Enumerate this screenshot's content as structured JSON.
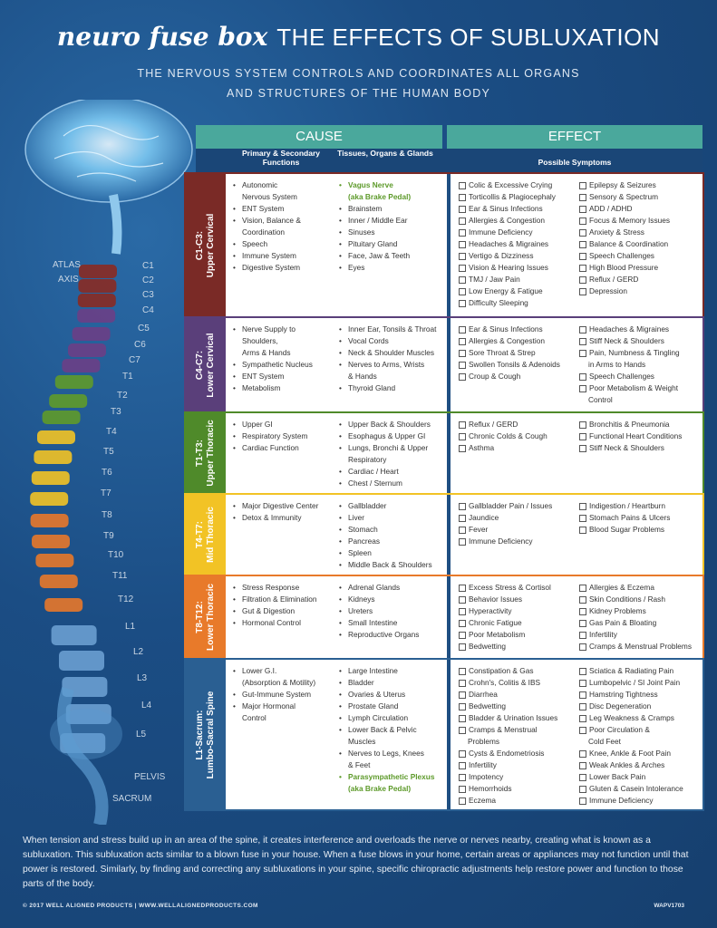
{
  "header": {
    "brand": "neuro fuse box",
    "title": "THE EFFECTS OF SUBLUXATION",
    "subtitle_line1": "THE NERVOUS SYSTEM CONTROLS AND COORDINATES ALL ORGANS",
    "subtitle_line2": "AND STRUCTURES OF THE HUMAN BODY"
  },
  "table_headers": {
    "cause": "CAUSE",
    "effect": "EFFECT",
    "primary": "Primary & Secondary Functions",
    "tissues": "Tissues, Organs & Glands",
    "symptoms": "Possible Symptoms"
  },
  "vertebrae_left": {
    "atlas": "ATLAS",
    "axis": "AXIS",
    "pelvis": "PELVIS",
    "sacrum": "SACRUM"
  },
  "vertebrae": [
    "C1",
    "C2",
    "C3",
    "C4",
    "C5",
    "C6",
    "C7",
    "T1",
    "T2",
    "T3",
    "T4",
    "T5",
    "T6",
    "T7",
    "T8",
    "T9",
    "T10",
    "T11",
    "T12",
    "L1",
    "L2",
    "L3",
    "L4",
    "L5"
  ],
  "colors": {
    "upper_cervical": "#7a2a26",
    "lower_cervical": "#5a3f7a",
    "upper_thoracic": "#4f8a2a",
    "mid_thoracic": "#f2c325",
    "lower_thoracic": "#e87a2a",
    "lumbo_sacral": "#2a5f92",
    "teal": "#4aa89c"
  },
  "rows": [
    {
      "label1": "C1-C3:",
      "label2": "Upper Cervical",
      "functions": [
        "Autonomic",
        "Nervous System",
        "ENT System",
        "Vision, Balance &",
        "Coordination",
        "Speech",
        "Immune System",
        "Digestive System"
      ],
      "tissues": [
        "Vagus Nerve",
        "(aka Brake Pedal)",
        "Brainstem",
        "Inner / Middle Ear",
        "Sinuses",
        "Pituitary Gland",
        "Face, Jaw & Teeth",
        "Eyes"
      ],
      "symptoms1": [
        "Colic & Excessive Crying",
        "Torticollis & Plagiocephaly",
        "Ear & Sinus Infections",
        "Allergies & Congestion",
        "Immune Deficiency",
        "Headaches & Migraines",
        "Vertigo & Dizziness",
        "Vision & Hearing Issues",
        "TMJ / Jaw Pain",
        "Low Energy & Fatigue",
        "Difficulty Sleeping"
      ],
      "symptoms2": [
        "Epilepsy & Seizures",
        "Sensory & Spectrum",
        "ADD / ADHD",
        "Focus & Memory Issues",
        "Anxiety & Stress",
        "Balance & Coordination",
        "Speech Challenges",
        "High Blood Pressure",
        "Reflux / GERD",
        "Depression"
      ]
    },
    {
      "label1": "C4-C7:",
      "label2": "Lower Cervical",
      "functions": [
        "Nerve Supply to",
        "Shoulders,",
        "Arms & Hands",
        "Sympathetic Nucleus",
        "ENT System",
        "Metabolism"
      ],
      "tissues": [
        "Inner Ear, Tonsils & Throat",
        "Vocal Cords",
        "Neck & Shoulder Muscles",
        "Nerves to Arms, Wrists",
        "& Hands",
        "Thyroid Gland"
      ],
      "symptoms1": [
        "Ear & Sinus Infections",
        "Allergies & Congestion",
        "Sore Throat & Strep",
        "Swollen Tonsils & Adenoids",
        "Croup & Cough"
      ],
      "symptoms2": [
        "Headaches & Migraines",
        "Stiff Neck & Shoulders",
        "Pain, Numbness & Tingling",
        "in Arms to Hands",
        "Speech Challenges",
        "Poor Metabolism & Weight",
        "Control"
      ]
    },
    {
      "label1": "T1-T3:",
      "label2": "Upper Thoracic",
      "functions": [
        "Upper GI",
        "Respiratory System",
        "Cardiac Function"
      ],
      "tissues": [
        "Upper Back & Shoulders",
        "Esophagus & Upper GI",
        "Lungs, Bronchi & Upper",
        "Respiratory",
        "Cardiac / Heart",
        "Chest / Sternum"
      ],
      "symptoms1": [
        "Reflux / GERD",
        "Chronic Colds & Cough",
        "Asthma"
      ],
      "symptoms2": [
        "Bronchitis & Pneumonia",
        "Functional Heart Conditions",
        "Stiff Neck & Shoulders"
      ]
    },
    {
      "label1": "T4-T7:",
      "label2": "Mid Thoracic",
      "functions": [
        "Major Digestive Center",
        "Detox & Immunity"
      ],
      "tissues": [
        "Gallbladder",
        "Liver",
        "Stomach",
        "Pancreas",
        "Spleen",
        "Middle Back & Shoulders"
      ],
      "symptoms1": [
        "Gallbladder Pain / Issues",
        "Jaundice",
        "Fever",
        "Immune Deficiency"
      ],
      "symptoms2": [
        "Indigestion / Heartburn",
        "Stomach Pains & Ulcers",
        "Blood Sugar Problems"
      ]
    },
    {
      "label1": "T8-T12:",
      "label2": "Lower Thoracic",
      "functions": [
        "Stress Response",
        "Filtration & Elimination",
        "Gut & Digestion",
        "Hormonal Control"
      ],
      "tissues": [
        "Adrenal Glands",
        "Kidneys",
        "Ureters",
        "Small Intestine",
        "Reproductive Organs"
      ],
      "symptoms1": [
        "Excess Stress & Cortisol",
        "Behavior Issues",
        "Hyperactivity",
        "Chronic Fatigue",
        "Poor Metabolism",
        "Bedwetting"
      ],
      "symptoms2": [
        "Allergies & Eczema",
        "Skin Conditions / Rash",
        "Kidney Problems",
        "Gas Pain & Bloating",
        "Infertility",
        "Cramps & Menstrual Problems"
      ]
    },
    {
      "label1": "L1-Sacrum:",
      "label2": "Lumbo-Sacral Spine",
      "functions": [
        "Lower G.I.",
        "(Absorption & Motility)",
        "Gut-Immune System",
        "Major Hormonal",
        "Control"
      ],
      "tissues": [
        "Large Intestine",
        "Bladder",
        "Ovaries & Uterus",
        "Prostate Gland",
        "Lymph Circulation",
        "Lower Back & Pelvic",
        "Muscles",
        "Nerves to Legs, Knees",
        "& Feet",
        "Parasympathetic Plexus",
        "(aka Brake Pedal)"
      ],
      "symptoms1": [
        "Constipation & Gas",
        "Crohn's, Colitis & IBS",
        "Diarrhea",
        "Bedwetting",
        "Bladder & Urination Issues",
        "Cramps & Menstrual",
        "Problems",
        "Cysts & Endometriosis",
        "Infertility",
        "Impotency",
        "Hemorrhoids",
        "Eczema"
      ],
      "symptoms2": [
        "Sciatica & Radiating Pain",
        "Lumbopelvic / SI Joint Pain",
        "Hamstring Tightness",
        "Disc Degeneration",
        "Leg Weakness & Cramps",
        "Poor Circulation &",
        "Cold Feet",
        "Knee, Ankle & Foot Pain",
        "Weak Ankles & Arches",
        "Lower Back Pain",
        "Gluten & Casein Intolerance",
        "Immune Deficiency"
      ]
    }
  ],
  "footer": {
    "text": "When tension and stress build up in an area of the spine, it creates interference and overloads the nerve or nerves nearby, creating what is known as a subluxation. This subluxation acts similar to a blown fuse in your house. When a fuse blows in your home, certain areas or appliances may not function until that power is restored. Similarly, by finding and correcting any subluxations in your spine, specific chiropractic adjustments help restore power and function to those parts of the body.",
    "copyright": "© 2017 WELL ALIGNED PRODUCTS | WWW.WELLALIGNEDPRODUCTS.COM",
    "code": "WAPV1703"
  }
}
